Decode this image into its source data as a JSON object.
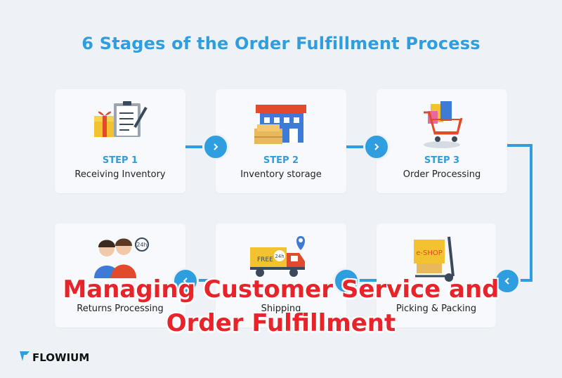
{
  "title": "6 Stages of the Order Fulfillment Process",
  "steps": [
    {
      "step": "STEP 1",
      "label": "Receiving Inventory"
    },
    {
      "step": "STEP 2",
      "label": "Inventory storage"
    },
    {
      "step": "STEP 3",
      "label": "Order Processing"
    },
    {
      "step": "",
      "label": "Picking & Packing"
    },
    {
      "step": "",
      "label": "Shipping"
    },
    {
      "step": "",
      "label": "Returns Processing"
    }
  ],
  "overlay": {
    "line1": "Managing Customer Service and",
    "line2": "Order Fulfillment"
  },
  "logo": {
    "text": "FLOWIUM"
  },
  "illustration_text": {
    "eshop": "e-SHOP",
    "free": "FREE",
    "h24": "24h"
  },
  "colors": {
    "accent": "#2e9ee0",
    "overlay": "#e8242b"
  }
}
